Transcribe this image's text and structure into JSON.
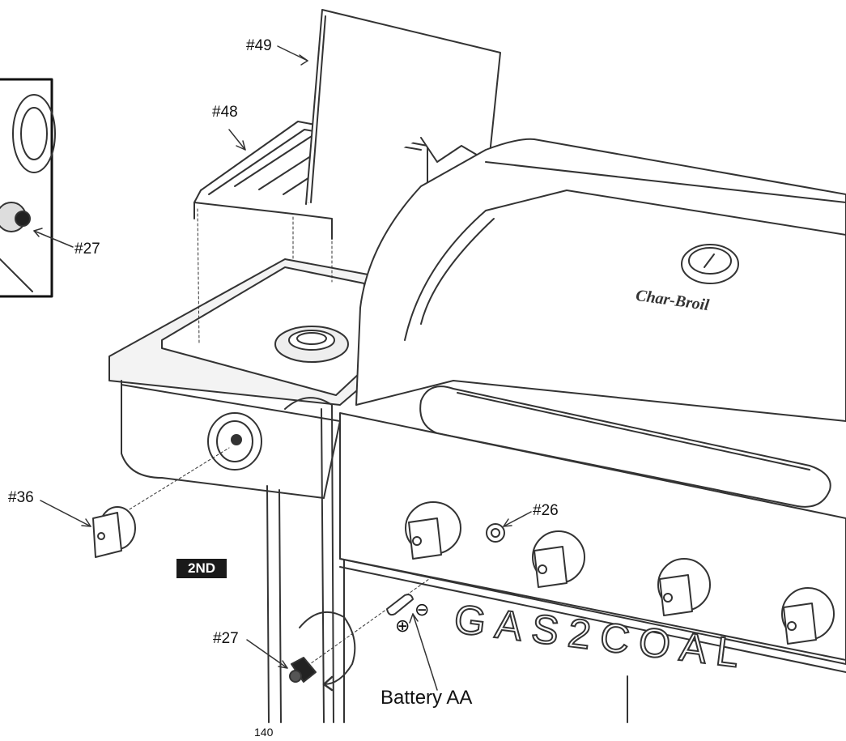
{
  "callouts": {
    "p49": "#49",
    "p48": "#48",
    "p27_inset": "#27",
    "p36": "#36",
    "p26": "#26",
    "p27": "#27"
  },
  "step_badge": "2ND",
  "battery_label": "Battery AA",
  "battery_minus": "⊖",
  "battery_plus": "⊕",
  "panel_text": "GAS2COAL",
  "brand_text": "Char-Broil",
  "page_number": "140",
  "colors": {
    "line": "#333333",
    "badge_bg": "#1a1a1a",
    "background": "#ffffff"
  }
}
